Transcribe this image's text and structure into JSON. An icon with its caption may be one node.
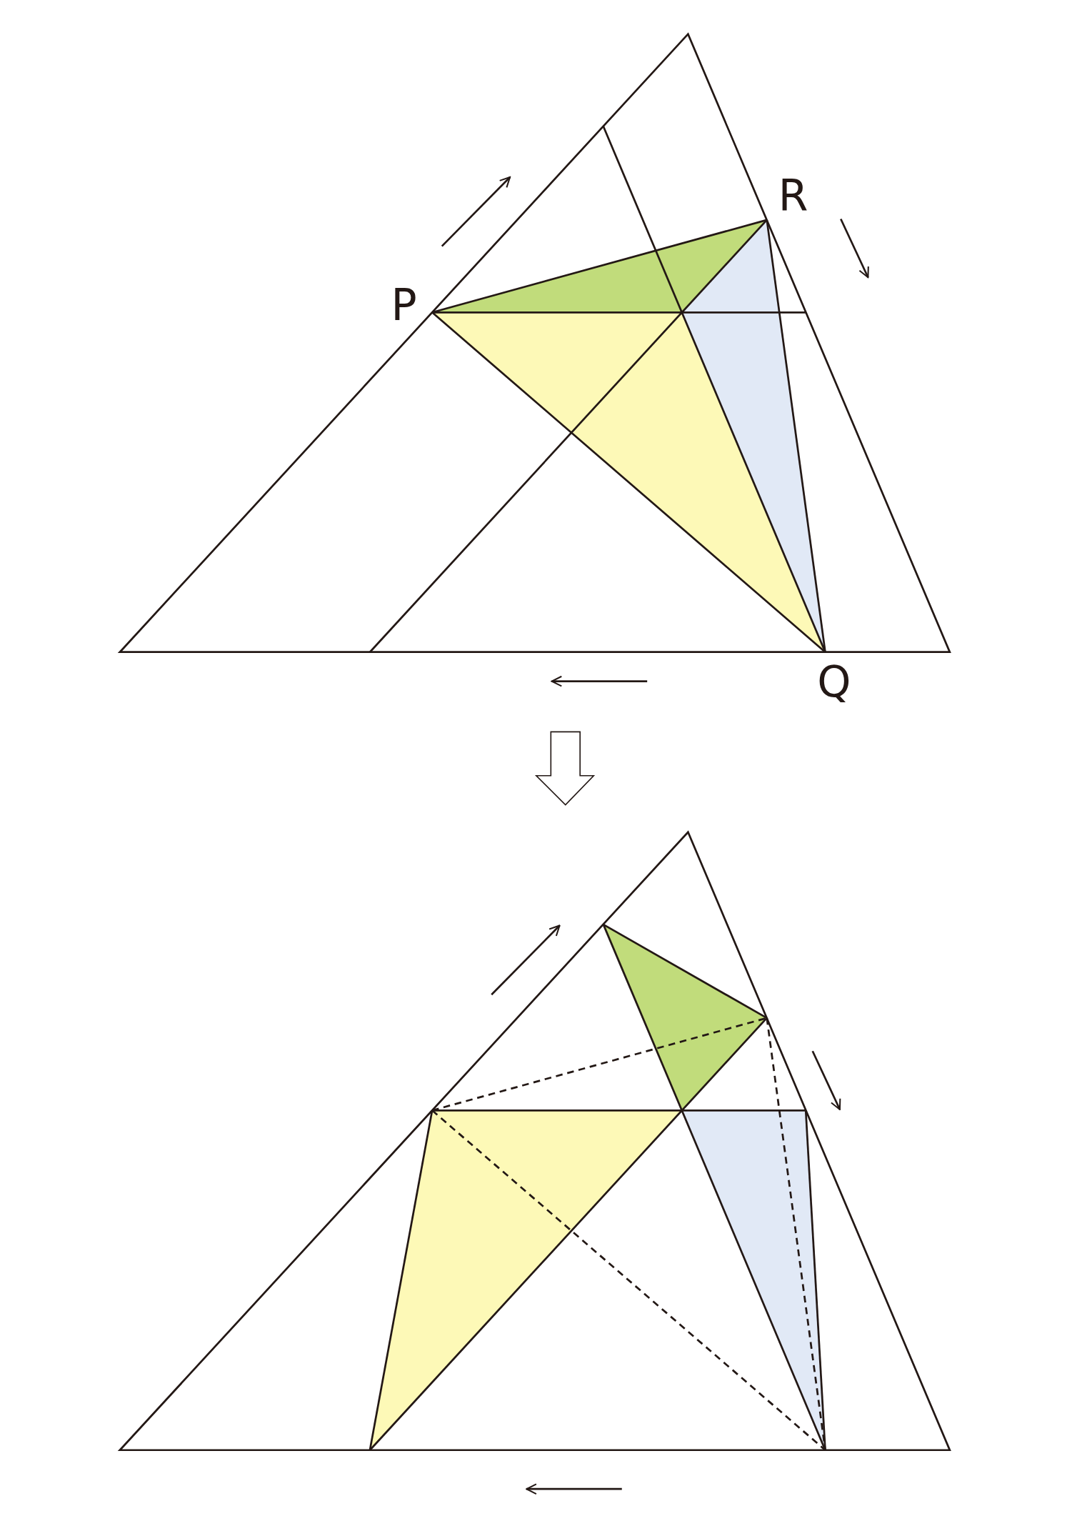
{
  "diagram": {
    "labels": [
      "P",
      "R",
      "Q"
    ]
  }
}
